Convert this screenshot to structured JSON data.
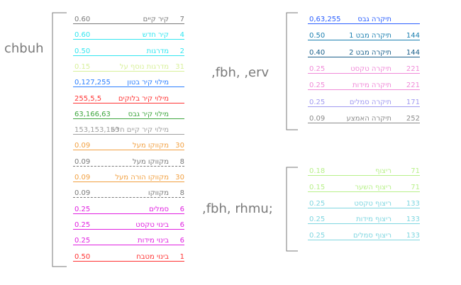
{
  "labels": {
    "left_group": "chbuh",
    "top_right_group": ",fbh, ,erv",
    "bottom_right_group": ",fbh, rhmu;"
  },
  "walls": [
    {
      "code": "7",
      "name": "קיר קיים",
      "value": "0.60",
      "color": "#7a7a7a",
      "dashed": false
    },
    {
      "code": "4",
      "name": "קיר חדש",
      "value": "0.60",
      "color": "#33e6f0",
      "dashed": false
    },
    {
      "code": "2",
      "name": "מדרגות",
      "value": "0.50",
      "color": "#33e6f0",
      "dashed": false
    },
    {
      "code": "31",
      "name": "מדרגות נוסף על",
      "value": "0.15",
      "color": "#d8f09a",
      "dashed": false
    },
    {
      "code": "",
      "name": "מילוי קיר בטון",
      "value": "0,127,255",
      "color": "#2b7fff",
      "dashed": false
    },
    {
      "code": "",
      "name": "מילוי קיר בלוקים",
      "value": "255,5,5",
      "color": "#ff3333",
      "dashed": false
    },
    {
      "code": "",
      "name": "מילוי קיר גבס",
      "value": "63,166,63",
      "color": "#3fa63f",
      "dashed": false
    },
    {
      "code": "",
      "name": "מילוי קיר קיים חלש",
      "value": "153,153,153",
      "color": "#a0a0a0",
      "dashed": false
    },
    {
      "code": "30",
      "name": "מקווקו מעל",
      "value": "0.09",
      "color": "#f2a040",
      "dashed": false
    },
    {
      "code": "8",
      "name": "מקווקו מעל",
      "value": "0.09",
      "color": "#7a7a7a",
      "dashed": true
    },
    {
      "code": "30",
      "name": "מקווקו הורה מעל",
      "value": "0.09",
      "color": "#f2a040",
      "dashed": false
    },
    {
      "code": "8",
      "name": "מקווקו",
      "value": "0.09",
      "color": "#7a7a7a",
      "dashed": true
    },
    {
      "code": "6",
      "name": "סמלים",
      "value": "0.25",
      "color": "#e020e0",
      "dashed": false
    },
    {
      "code": "6",
      "name": "בינוי טקסט",
      "value": "0.25",
      "color": "#e020e0",
      "dashed": false
    },
    {
      "code": "6",
      "name": "בינוי מידות",
      "value": "0.25",
      "color": "#e020e0",
      "dashed": false
    },
    {
      "code": "1",
      "name": "בינוי מטבח",
      "value": "0.50",
      "color": "#ff3333",
      "dashed": false
    }
  ],
  "ceilings": [
    {
      "code": "",
      "name": "תיקרה גבס",
      "value": "0,63,255",
      "color": "#2b5fff"
    },
    {
      "code": "144",
      "name": "תיקרה מבט 1",
      "value": "0.50",
      "color": "#1a7fb0"
    },
    {
      "code": "144",
      "name": "תיקרה מבט 2",
      "value": "0.40",
      "color": "#1a5f8a"
    },
    {
      "code": "221",
      "name": "תיקרה טקסט",
      "value": "0.25",
      "color": "#f08ad8"
    },
    {
      "code": "221",
      "name": "תיקרה מידות",
      "value": "0.25",
      "color": "#f08ad8"
    },
    {
      "code": "171",
      "name": "תיקרה סמלים",
      "value": "0.25",
      "color": "#a09af0"
    },
    {
      "code": "252",
      "name": "תיקרה האמצע",
      "value": "0.09",
      "color": "#8a8a8a"
    }
  ],
  "floors": [
    {
      "code": "71",
      "name": "ריצוף",
      "value": "0.18",
      "color": "#b8f08a"
    },
    {
      "code": "71",
      "name": "ריצוף השער",
      "value": "0.15",
      "color": "#b8f08a"
    },
    {
      "code": "133",
      "name": "ריצוף טקסט",
      "value": "0.25",
      "color": "#7fd6e0"
    },
    {
      "code": "133",
      "name": "ריצוף מידות",
      "value": "0.25",
      "color": "#7fd6e0"
    },
    {
      "code": "133",
      "name": "ריצוף סמלים",
      "value": "0.25",
      "color": "#7fd6e0"
    }
  ]
}
